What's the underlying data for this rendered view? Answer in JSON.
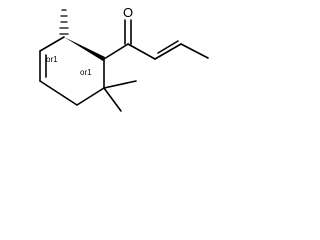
{
  "molecule": {
    "atom_labels": {
      "oxygen": "O"
    },
    "stereo_labels": {
      "ring_methyl_carbon": "or1",
      "ring_acyl_carbon": "or1"
    }
  }
}
